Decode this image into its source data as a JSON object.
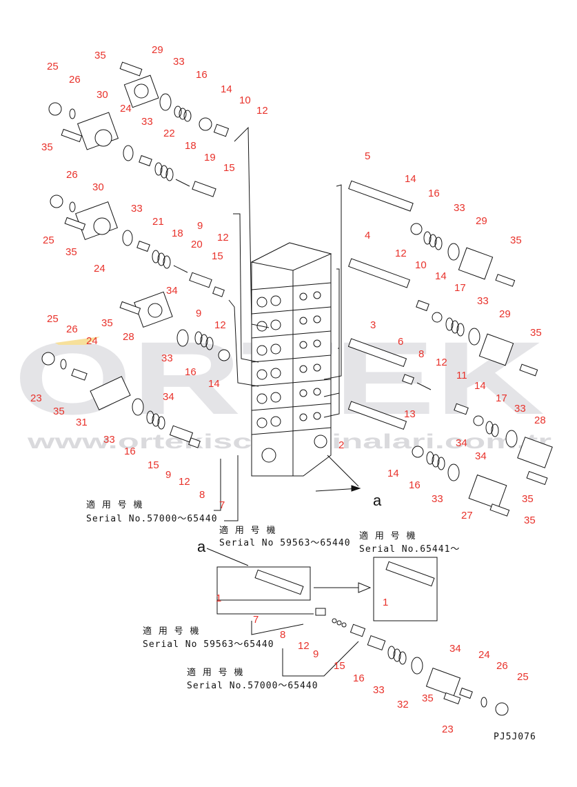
{
  "watermark": {
    "brand": "ORTEK",
    "url": "www.ortekiscimakinalari.com.tr",
    "brand_color": "#cfcfd4",
    "accent_color": "#f2c84a"
  },
  "callout_color": "#e8312a",
  "drawing_code": "PJ5J076",
  "serial_notes": [
    {
      "heading": "適 用 号 機",
      "text": "Serial No.57000～65440"
    },
    {
      "heading": "適 用 号 機",
      "text": "Serial No 59563～65440"
    },
    {
      "heading": "適 用 号 機",
      "text": "Serial No.65441～"
    },
    {
      "heading": "適 用 号 機",
      "text": "Serial No 59563～65440"
    },
    {
      "heading": "適 用 号 機",
      "text": "Serial No.57000～65440"
    }
  ],
  "view_labels": [
    "a",
    "a"
  ],
  "callouts": [
    "35",
    "29",
    "25",
    "33",
    "26",
    "16",
    "30",
    "14",
    "10",
    "12",
    "24",
    "33",
    "35",
    "22",
    "18",
    "19",
    "15",
    "26",
    "30",
    "33",
    "25",
    "21",
    "9",
    "12",
    "35",
    "18",
    "24",
    "20",
    "15",
    "34",
    "9",
    "12",
    "25",
    "26",
    "35",
    "28",
    "24",
    "33",
    "16",
    "14",
    "23",
    "35",
    "31",
    "34",
    "33",
    "16",
    "15",
    "9",
    "12",
    "8",
    "7",
    "5",
    "14",
    "16",
    "33",
    "29",
    "35",
    "4",
    "12",
    "10",
    "14",
    "17",
    "33",
    "29",
    "3",
    "6",
    "8",
    "12",
    "11",
    "13",
    "14",
    "17",
    "33",
    "35",
    "28",
    "2",
    "34",
    "34",
    "14",
    "16",
    "33",
    "27",
    "35",
    "35",
    "1",
    "1",
    "7",
    "8",
    "12",
    "9",
    "15",
    "16",
    "34",
    "24",
    "26",
    "25",
    "33",
    "32",
    "35",
    "23"
  ]
}
